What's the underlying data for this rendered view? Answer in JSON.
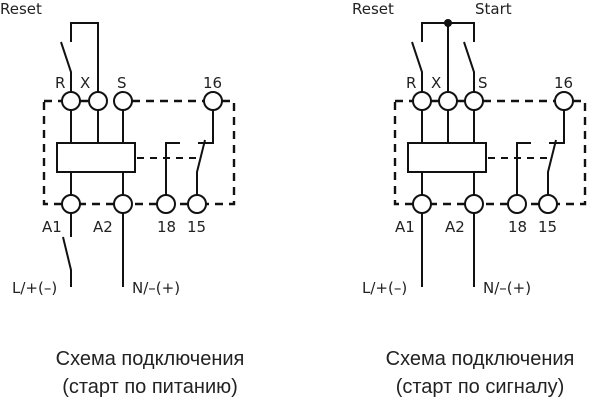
{
  "diagrams": [
    {
      "id": "power-start",
      "top_labels": [
        "Reset"
      ],
      "terminals_top": [
        "R",
        "X",
        "S",
        "16"
      ],
      "terminals_bottom": [
        "A1",
        "A2",
        "18",
        "15"
      ],
      "supply_left": "L/+(–)",
      "supply_right": "N/–(+)",
      "caption_line1": "Схема подключения",
      "caption_line2": "(старт по питанию)"
    },
    {
      "id": "signal-start",
      "top_labels": [
        "Reset",
        "Start"
      ],
      "terminals_top": [
        "R",
        "X",
        "S",
        "16"
      ],
      "terminals_bottom": [
        "A1",
        "A2",
        "18",
        "15"
      ],
      "supply_left": "L/+(–)",
      "supply_right": "N/–(+)",
      "caption_line1": "Схема подключения",
      "caption_line2": "(старт по сигналу)"
    }
  ]
}
